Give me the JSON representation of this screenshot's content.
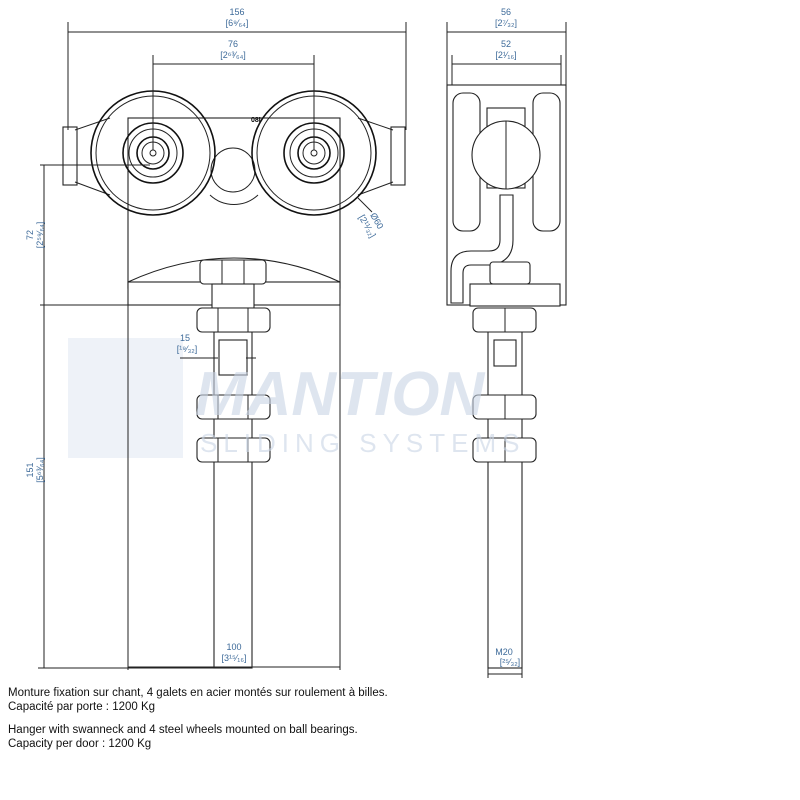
{
  "dimensions": {
    "overall_width": {
      "mm": "156",
      "inch": "[6⁹⁄₆₄]"
    },
    "wheel_spacing": {
      "mm": "76",
      "inch": "[2⁶³⁄₆₄]"
    },
    "wheel_diameter": {
      "mm": "Ø60",
      "inch": "[2¹¹⁄₃₂]"
    },
    "height_to_plate": {
      "mm": "72",
      "inch": "[2⁵⁹⁄₆₄]"
    },
    "flat_width": {
      "mm": "15",
      "inch": "[¹⁹⁄₃₂]"
    },
    "stem_length": {
      "mm": "151",
      "inch": "[5⁶³⁄₆₄]"
    },
    "plate_width": {
      "mm": "100",
      "inch": "[3¹⁵⁄₁₆]"
    },
    "side_width": {
      "mm": "56",
      "inch": "[2⁷⁄₃₂]"
    },
    "side_inner_width": {
      "mm": "52",
      "inch": "[2¹⁄₁₆]"
    },
    "thread": {
      "mm": "M20",
      "inch": "[²⁵⁄₃₂]"
    }
  },
  "part_marking": "08I",
  "watermark": {
    "brand": "MANTION",
    "tagline": "SLIDING SYSTEMS"
  },
  "description": {
    "fr_line1": "Monture fixation sur chant, 4 galets en acier montés sur roulement à billes.",
    "fr_line2": "Capacité par porte : 1200 Kg",
    "en_line1": "Hanger with swanneck and 4 steel wheels mounted on ball bearings.",
    "en_line2": "Capacity per door : 1200 Kg"
  }
}
